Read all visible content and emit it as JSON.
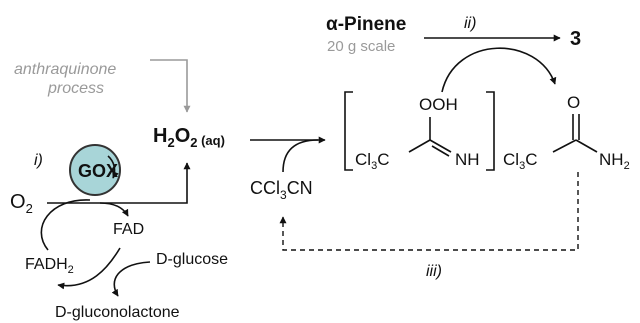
{
  "colors": {
    "gox_fill": "#a8d5d8",
    "gox_stroke": "#333333",
    "grey_text": "#9a9a9a",
    "ink": "#111111"
  },
  "labels": {
    "pinene_alpha": "α",
    "pinene_name": "-Pinene",
    "scale": "20 g scale",
    "step_ii": "ii)",
    "product_3": "3",
    "anthraquinone_line1": "anthraquinone",
    "anthraquinone_line2": "process",
    "h2o2_h": "H",
    "h2o2_2a": "2",
    "h2o2_o": "O",
    "h2o2_2b": "2",
    "h2o2_aq": " (aq)",
    "step_i": "i)",
    "gox": "GOX",
    "o2_o": "O",
    "o2_2": "2",
    "fad": "FAD",
    "fadh2_main": "FADH",
    "fadh2_sub": "2",
    "d_glucose": "D-glucose",
    "d_gluconolactone": "D-gluconolactone",
    "ccl3cn_a": "CCl",
    "ccl3cn_sub": "3",
    "ccl3cn_b": "CN",
    "peroxy_oh": "OOH",
    "peroxy_cl": "Cl",
    "peroxy_cl_sub": "3",
    "peroxy_c": "C",
    "peroxy_nh": "NH",
    "amide_o": "O",
    "amide_cl": "Cl",
    "amide_cl_sub": "3",
    "amide_c": "C",
    "amide_nh": "NH",
    "amide_nh_sub": "2",
    "step_iii": "iii)"
  }
}
